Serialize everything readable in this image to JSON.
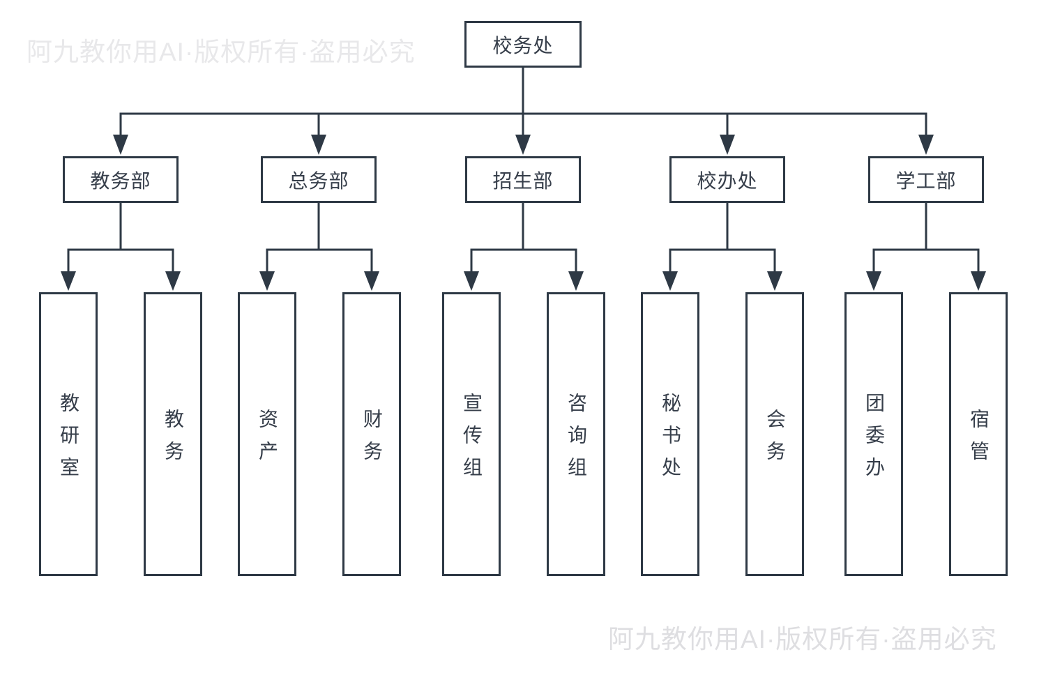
{
  "watermarks": {
    "top_left": "阿九教你用AI·版权所有·盗用必究",
    "bottom_right": "阿九教你用AI·版权所有·盗用必究"
  },
  "chart": {
    "root": {
      "label": "校务处"
    },
    "departments": [
      {
        "label": "教务部",
        "children": [
          {
            "label": "教研室"
          },
          {
            "label": "教务"
          }
        ]
      },
      {
        "label": "总务部",
        "children": [
          {
            "label": "资产"
          },
          {
            "label": "财务"
          }
        ]
      },
      {
        "label": "招生部",
        "children": [
          {
            "label": "宣传组"
          },
          {
            "label": "咨询组"
          }
        ]
      },
      {
        "label": "校办处",
        "children": [
          {
            "label": "秘书处"
          },
          {
            "label": "会务"
          }
        ]
      },
      {
        "label": "学工部",
        "children": [
          {
            "label": "团委办"
          },
          {
            "label": "宿管"
          }
        ]
      }
    ]
  },
  "colors": {
    "line": "#2e3945",
    "text": "#363e4a",
    "background": "#ffffff",
    "watermark_top": "#e8e8ea",
    "watermark_bottom": "#dedee1"
  }
}
